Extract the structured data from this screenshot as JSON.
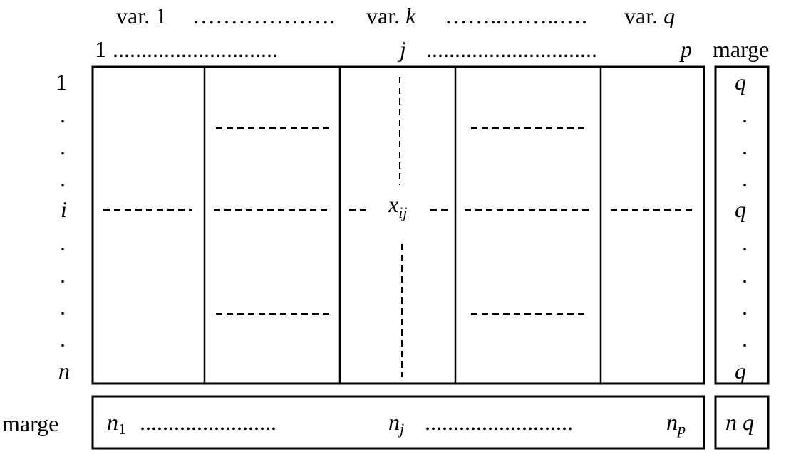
{
  "header": {
    "var_first": "var. 1",
    "var_mid_prefix": "var. ",
    "var_mid_sym": "k",
    "var_last_prefix": "var. ",
    "var_last_sym": "q",
    "dots_var_1": "……………….",
    "dots_var_2": "……..……..….",
    "col_first": "1",
    "col_mid": "j",
    "col_last": "p",
    "dots_col_1": ".............................",
    "dots_col_2": "..............................",
    "marge_col": "marge"
  },
  "rows": {
    "first": "1",
    "mid": "i",
    "last": "n",
    "dot": "."
  },
  "cell": {
    "base": "x",
    "sub": "ij"
  },
  "right_margin": {
    "value": "q"
  },
  "bottom_margin": {
    "label": "marge",
    "n_sym": "n",
    "sub_1": "1",
    "sub_j": "j",
    "sub_p": "p",
    "dots_1": "........................",
    "dots_2": "..........................",
    "total_n": "n",
    "total_q": "q"
  }
}
